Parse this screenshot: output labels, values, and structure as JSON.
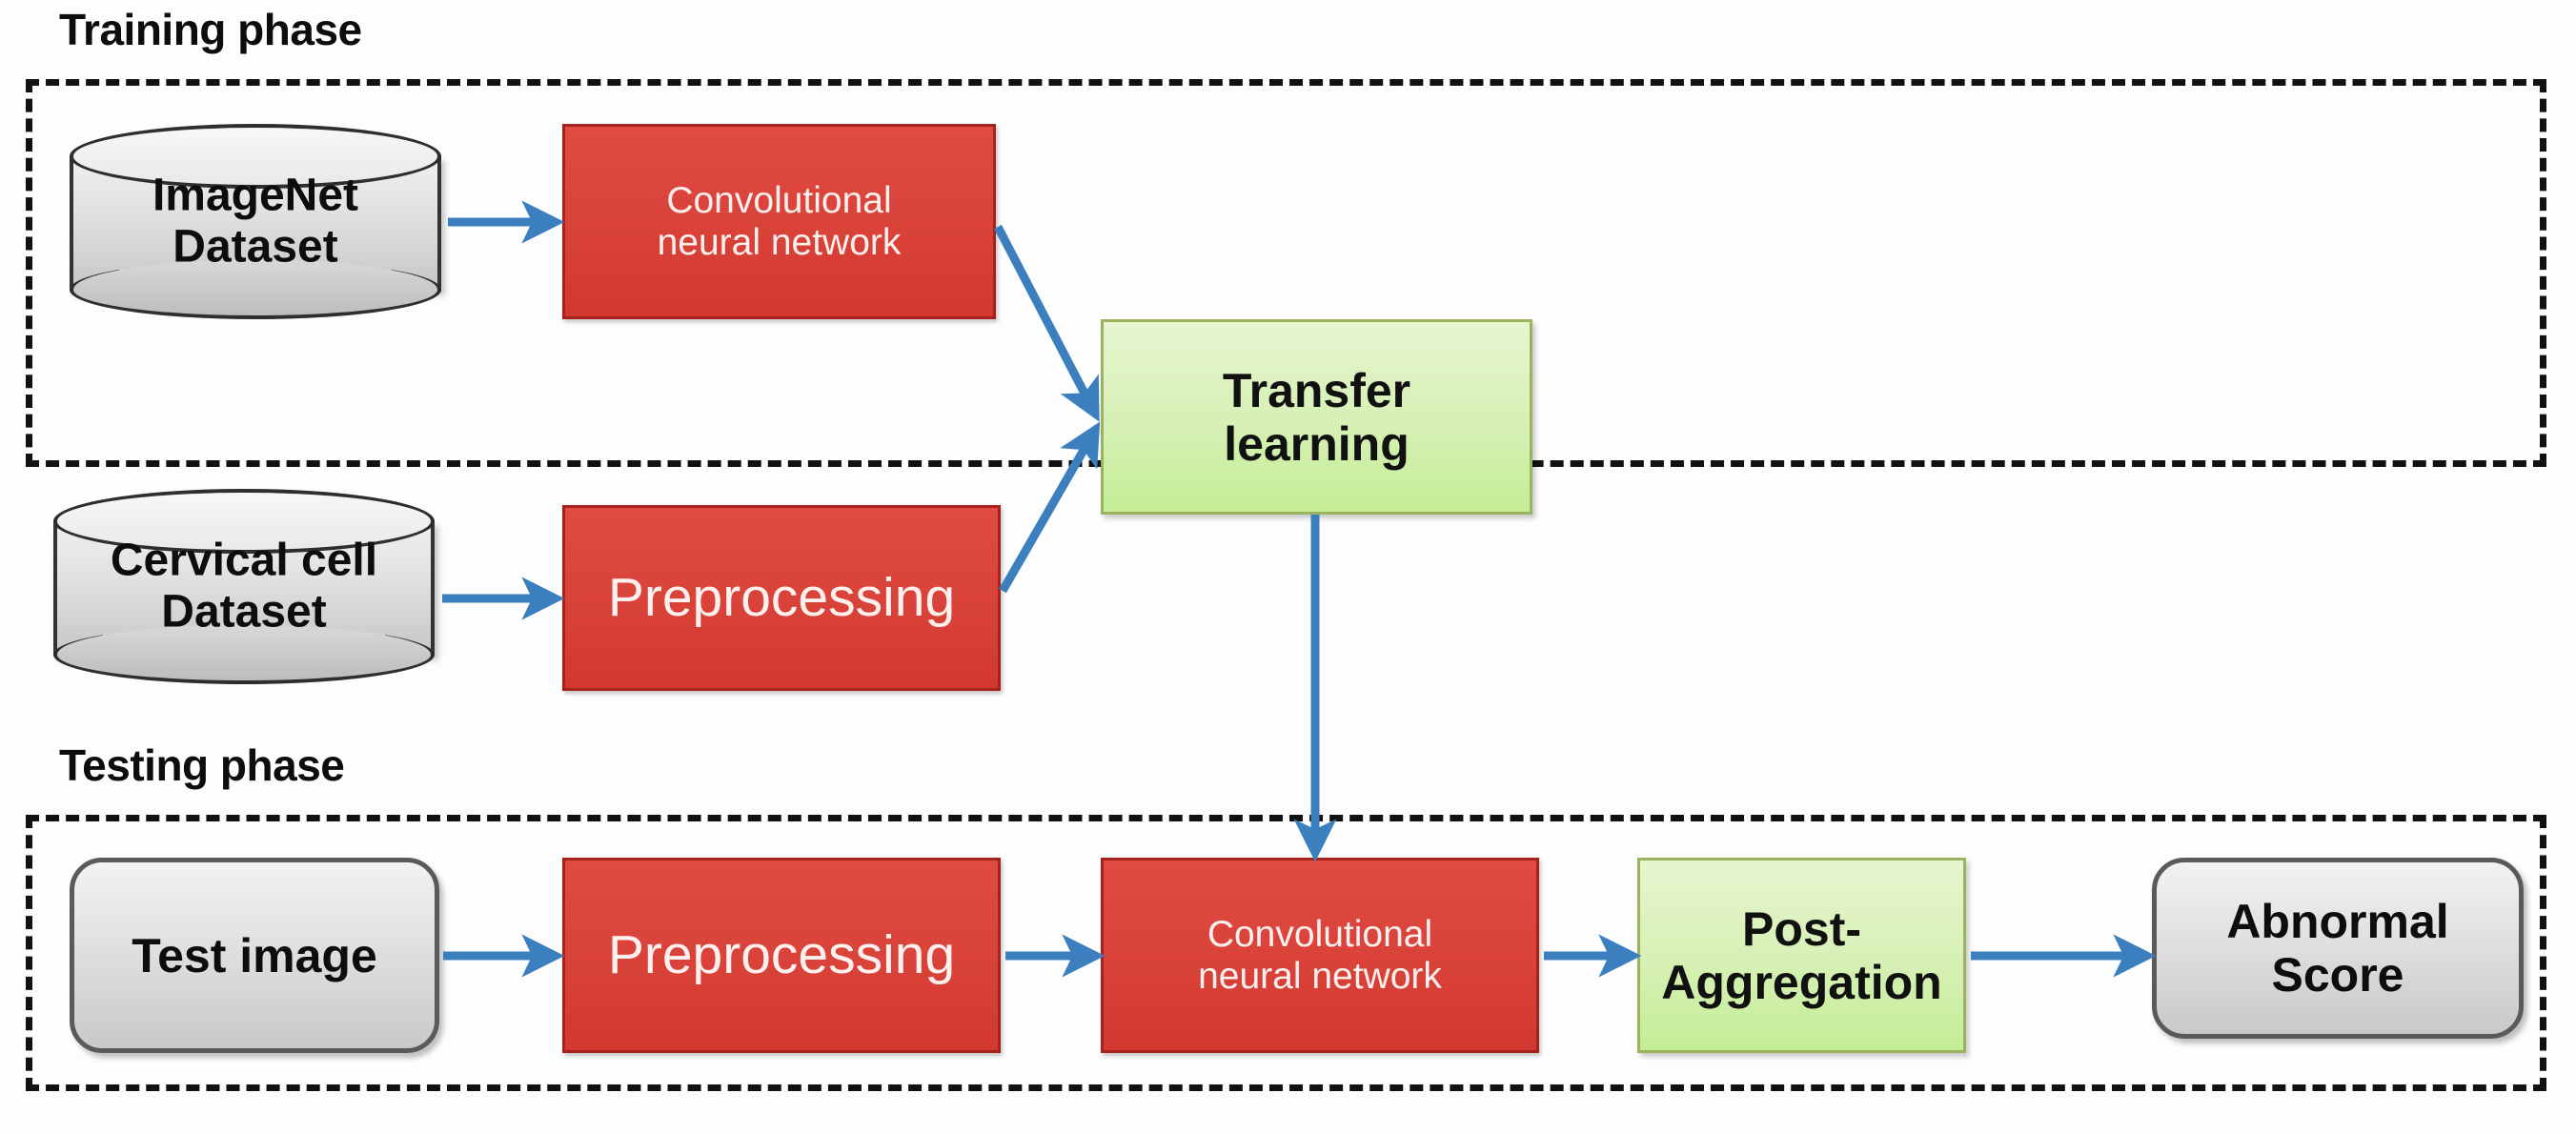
{
  "diagram": {
    "title_training": "Training phase",
    "title_testing": "Testing phase",
    "colors": {
      "process_red": "#d94239",
      "process_red_border": "#a5231c",
      "highlight_green": "#d6f0b4",
      "highlight_green_border": "#9bb35e",
      "terminal_grey": "#e0e0e0",
      "terminal_grey_border": "#5a5a5a",
      "arrow_blue": "#3b7fbf",
      "frame_dash": "#111111",
      "background": "#fdfdfd"
    }
  },
  "training_phase": {
    "caption": "Training phase",
    "nodes": {
      "imagenet_dataset": "ImageNet\nDataset",
      "cnn": "Convolutional\nneural network",
      "cervical_dataset": "Cervical cell\nDataset",
      "preprocessing": "Preprocessing",
      "transfer_learning": "Transfer\nlearning"
    }
  },
  "testing_phase": {
    "caption": "Testing phase",
    "nodes": {
      "test_image": "Test image",
      "preprocessing": "Preprocessing",
      "cnn": "Convolutional\nneural network",
      "post_aggregation": "Post-\nAggregation",
      "abnormal_score": "Abnormal\nScore"
    }
  },
  "flow": {
    "edges": [
      {
        "from": "imagenet_dataset",
        "to": "cnn_train"
      },
      {
        "from": "cnn_train",
        "to": "transfer_learning"
      },
      {
        "from": "cervical_dataset",
        "to": "preprocessing_train"
      },
      {
        "from": "preprocessing_train",
        "to": "transfer_learning"
      },
      {
        "from": "transfer_learning",
        "to": "cnn_test"
      },
      {
        "from": "test_image",
        "to": "preprocessing_test"
      },
      {
        "from": "preprocessing_test",
        "to": "cnn_test"
      },
      {
        "from": "cnn_test",
        "to": "post_aggregation"
      },
      {
        "from": "post_aggregation",
        "to": "abnormal_score"
      }
    ]
  }
}
